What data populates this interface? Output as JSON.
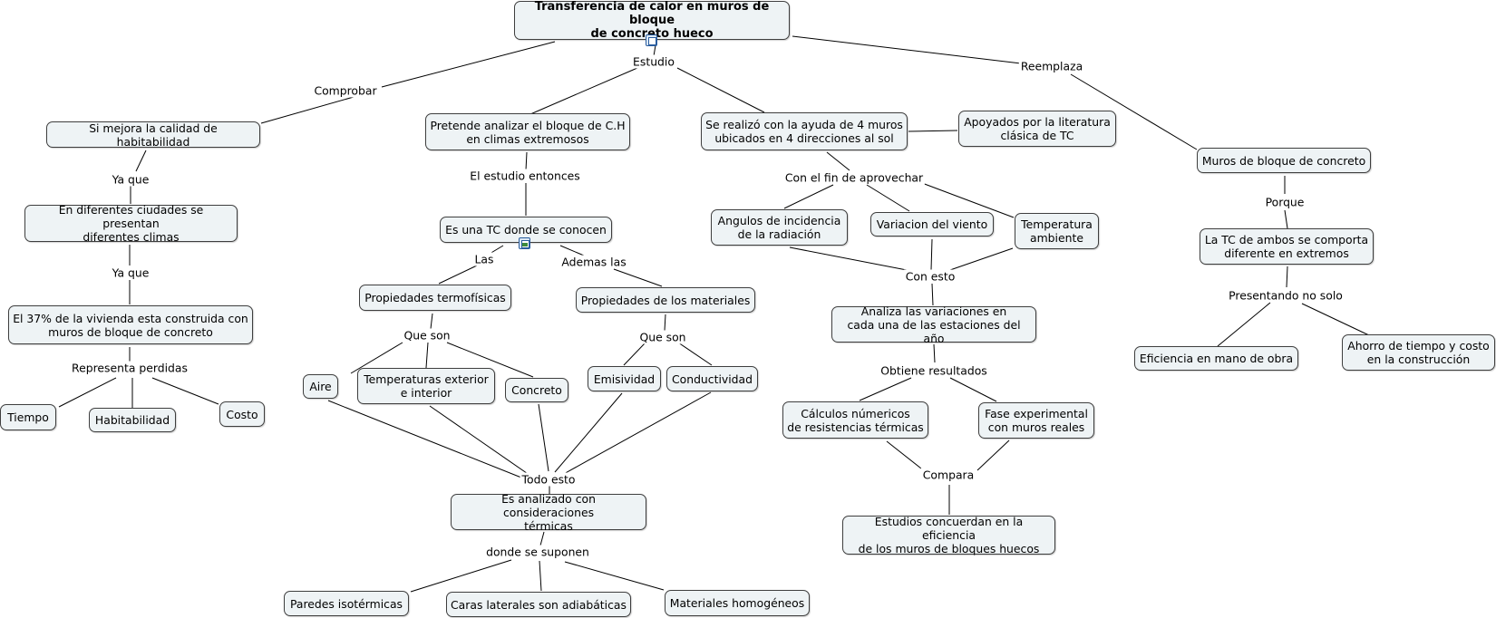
{
  "concept_map": {
    "root": "Transferencia de calor en muros de bloque\nde concreto hueco",
    "concepts": {
      "habitabilidad_check": "Si mejora la calidad de habitabilidad",
      "ciudades": "En diferentes ciudades se presentan\ndiferentes climas",
      "vivienda": "El 37% de la vivienda esta construida con\nmuros de bloque de concreto",
      "tiempo": "Tiempo",
      "habitabilidad": "Habitabilidad",
      "costo": "Costo",
      "pretende": "Pretende analizar el bloque de C.H\nen climas extremosos",
      "tc_conocen": "Es una TC donde se conocen",
      "prop_termo": "Propiedades termofísicas",
      "prop_mat": "Propiedades de los materiales",
      "aire": "Aire",
      "temperaturas": "Temperaturas exterior\ne interior",
      "concreto": "Concreto",
      "emisividad": "Emisividad",
      "conductividad": "Conductividad",
      "analizado": "Es analizado con consideraciones\ntérmicas",
      "paredes": "Paredes isotérmicas",
      "caras": "Caras laterales son adiabáticas",
      "materiales": "Materiales homogéneos",
      "se_realizo": "Se realizó con la ayuda de 4 muros\nubicados en 4 direcciones al sol",
      "apoyados": "Apoyados por la literatura\nclásica de TC",
      "angulos": "Angulos de incidencia\nde la radiación",
      "viento": "Variacion del viento",
      "temp_amb": "Temperatura\nambiente",
      "analiza_var": "Analiza las variaciones en\ncada una de las estaciones del año",
      "calculos": "Cálculos númericos\nde resistencias térmicas",
      "fase": "Fase experimental\ncon muros reales",
      "estudios": "Estudios concuerdan en la eficiencia\nde los muros de bloques huecos",
      "muros_bloque": "Muros de bloque de concreto",
      "tc_ambos": "La TC de ambos se comporta\ndiferente en extremos",
      "eficiencia": "Eficiencia en mano de obra",
      "ahorro": "Ahorro de tiempo y costo\nen la construcción"
    },
    "linking_phrases": {
      "comprobar": "Comprobar",
      "estudio": "Estudio",
      "reemplaza": "Reemplaza",
      "ya_que_1": "Ya que",
      "ya_que_2": "Ya que",
      "representa": "Representa perdidas",
      "el_estudio": "El estudio entonces",
      "las": "Las",
      "ademas": "Ademas las",
      "que_son_1": "Que son",
      "que_son_2": "Que son",
      "todo_esto": "Todo esto",
      "donde": "donde se suponen",
      "fin": "Con el fin de aprovechar",
      "con_esto": "Con esto",
      "obtiene": "Obtiene resultados",
      "compara": "Compara",
      "porque": "Porque",
      "presentando": "Presentando no solo"
    },
    "colors": {
      "node_fill": "#eef3f5",
      "node_border": "#3e3e3e",
      "line": "#000000"
    }
  }
}
